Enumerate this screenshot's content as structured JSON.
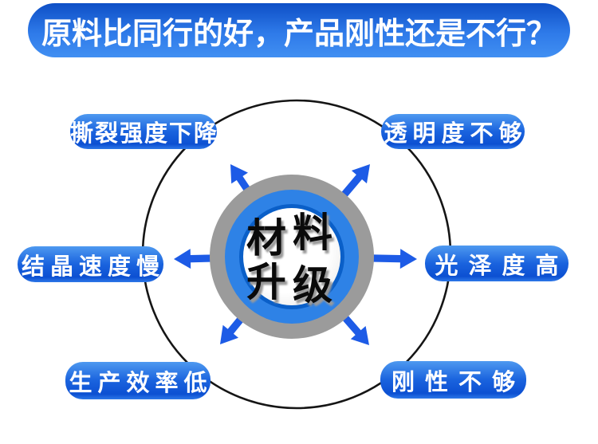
{
  "banner": {
    "title": "原料比同行的好，产品刚性还是不行？"
  },
  "center": {
    "label": "材料升级",
    "chars": [
      "材",
      "料",
      "升",
      "级"
    ]
  },
  "labels": {
    "top_left": "撕裂强度下降",
    "top_right": "透明度不够",
    "left": "结晶速度慢",
    "right": "光泽度高",
    "bottom_left": "生产效率低",
    "bottom_right": "刚性不够"
  },
  "colors": {
    "banner_top": "#0e4fc6",
    "banner_bottom": "#418ff2",
    "pill_top": "#4e99f0",
    "pill_bottom": "#0c50d2",
    "arrow": "#1d5be6",
    "ring_gray": "#9b9b9b",
    "ring_blue": "#2e82e6",
    "ring_dark_blue": "#0a5fc8",
    "core_white": "#ffffff",
    "orbit_outline": "#151515",
    "center_text": "#0a0a0a"
  }
}
